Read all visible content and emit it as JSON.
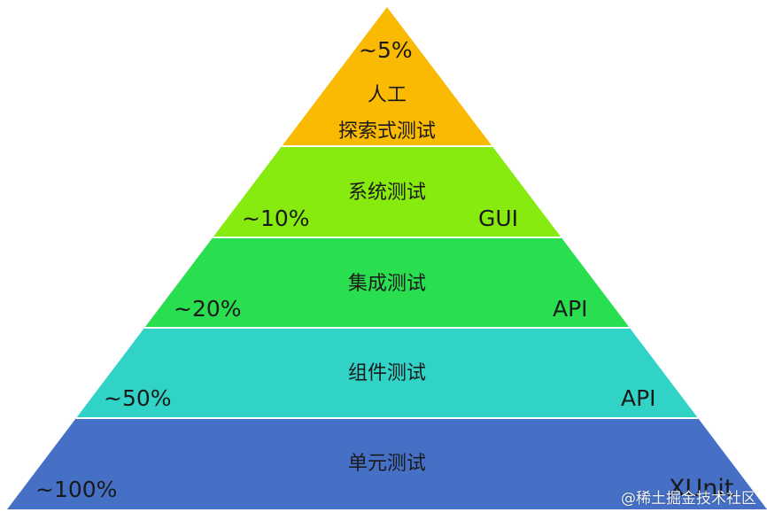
{
  "pyramid": {
    "layers": [
      {
        "name_lines": [
          "人工",
          "探索式测试"
        ],
        "percent": "~5%",
        "tech": "",
        "color": "#FBBA02"
      },
      {
        "name_lines": [
          "系统测试"
        ],
        "percent": "~10%",
        "tech": "GUI",
        "color": "#88EB0F"
      },
      {
        "name_lines": [
          "集成测试"
        ],
        "percent": "~20%",
        "tech": "API",
        "color": "#29DE4F"
      },
      {
        "name_lines": [
          "组件测试"
        ],
        "percent": "~50%",
        "tech": "API",
        "color": "#32D3C7"
      },
      {
        "name_lines": [
          "单元测试"
        ],
        "percent": "~100%",
        "tech": "XUnit",
        "color": "#4570C6"
      }
    ]
  },
  "watermark": "@稀土掘金技术社区"
}
